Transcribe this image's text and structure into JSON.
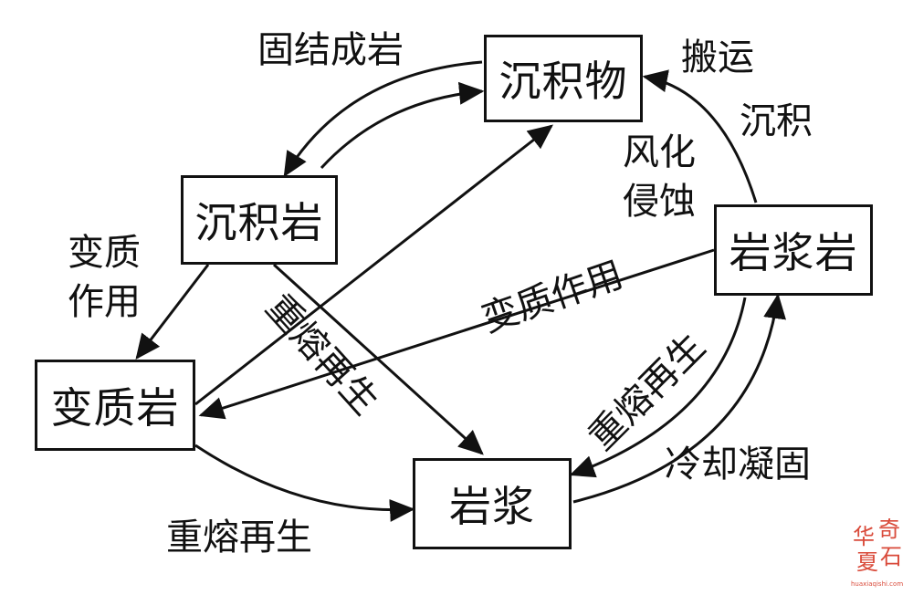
{
  "nodes": {
    "sediment": "沉积物",
    "sedimentary_rock": "沉积岩",
    "metamorphic_rock": "变质岩",
    "magma": "岩浆",
    "igneous_rock": "岩浆岩"
  },
  "labels": {
    "lithification": "固结成岩",
    "transport": "搬运",
    "deposition": "沉积",
    "weathering": "风化",
    "erosion": "侵蚀",
    "metamorphism_left_1": "变质",
    "metamorphism_left_2": "作用",
    "metamorphism_diagonal": "变质作用",
    "remelting_center": "重熔再生",
    "remelting_right": "重熔再生",
    "remelting_bottom": "重熔再生",
    "cooling": "冷却凝固"
  },
  "watermark": {
    "chars": [
      "华",
      "奇",
      "夏",
      "石"
    ],
    "url": "huaxiaqishi.com",
    "color": "#d94a3a"
  }
}
